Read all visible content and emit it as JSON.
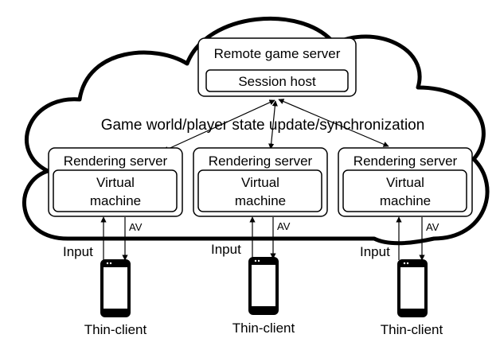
{
  "remote_server": {
    "title": "Remote game server",
    "inner": "Session host"
  },
  "cloud_caption": "Game world/player state update/synchronization",
  "rendering_servers": [
    {
      "title": "Rendering server",
      "vm_line1": "Virtual",
      "vm_line2": "machine",
      "input_label": "Input",
      "av_label": "AV",
      "client_label": "Thin-client"
    },
    {
      "title": "Rendering server",
      "vm_line1": "Virtual",
      "vm_line2": "machine",
      "input_label": "Input",
      "av_label": "AV",
      "client_label": "Thin-client"
    },
    {
      "title": "Rendering server",
      "vm_line1": "Virtual",
      "vm_line2": "machine",
      "input_label": "Input",
      "av_label": "AV",
      "client_label": "Thin-client"
    }
  ],
  "icons": {
    "phone": "smartphone-icon",
    "cloud": "cloud-outline"
  }
}
